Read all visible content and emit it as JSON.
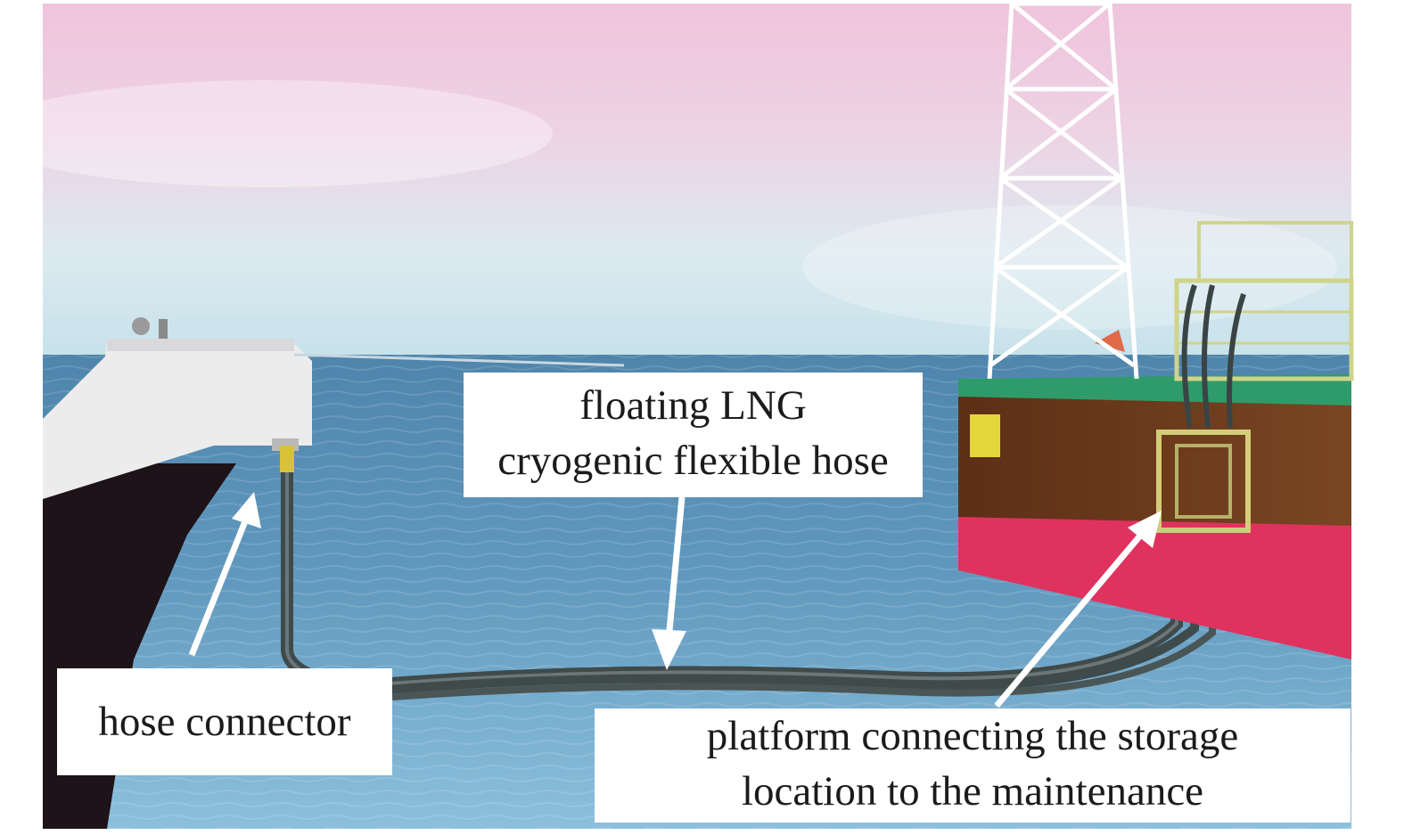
{
  "labels": {
    "hose_lng": [
      "floating LNG",
      "cryogenic flexible hose"
    ],
    "hose_connector": "hose connector",
    "platform": [
      "platform connecting the storage",
      "location to the maintenance"
    ]
  },
  "colors": {
    "sky_top": "#e9bcd6",
    "sky_bottom": "#c9e4ec",
    "sea": "#5a8fb3",
    "sea_near": "#7fb3d2",
    "hull_brown": "#6b3a1c",
    "hull_red": "#e0315f",
    "deck_green": "#2f9b6a",
    "ship_white": "#ededee",
    "ship_dark": "#1d1318",
    "hose": "#4e5a5c",
    "arrow": "#ffffff"
  }
}
